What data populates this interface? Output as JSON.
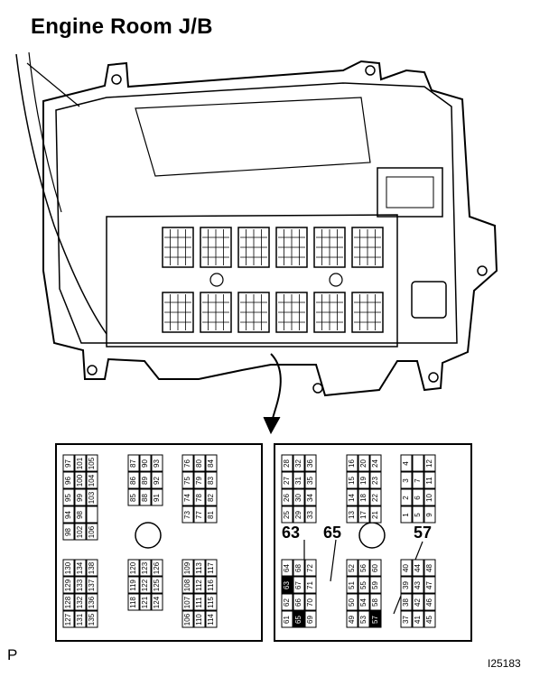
{
  "title": "Engine Room J/B",
  "corner_letter": "P",
  "figure_id": "I25183",
  "callouts": [
    "63",
    "65",
    "57"
  ],
  "left_connector": {
    "top_left_block": [
      [
        "97",
        "96",
        "95",
        "94",
        "98"
      ],
      [
        "101",
        "100",
        "99",
        "98",
        "102"
      ],
      [
        "105",
        "104",
        "103",
        "",
        "106"
      ]
    ],
    "top_mid_block": [
      [
        "87",
        "86",
        "85"
      ],
      [
        "90",
        "89",
        "88"
      ],
      [
        "93",
        "92",
        "91"
      ]
    ],
    "top_right_block": [
      [
        "76",
        "75",
        "74",
        "73"
      ],
      [
        "80",
        "79",
        "78",
        "77"
      ],
      [
        "84",
        "83",
        "82",
        "81"
      ]
    ],
    "bottom_left_block": [
      [
        "130",
        "129",
        "128",
        "127"
      ],
      [
        "134",
        "133",
        "132",
        "131"
      ],
      [
        "138",
        "137",
        "136",
        "135"
      ]
    ],
    "bottom_mid_block": [
      [
        "120",
        "119",
        "118"
      ],
      [
        "123",
        "122",
        "121"
      ],
      [
        "126",
        "125",
        "124"
      ]
    ],
    "bottom_right_block": [
      [
        "109",
        "108",
        "107",
        "106"
      ],
      [
        "113",
        "112",
        "111",
        "110"
      ],
      [
        "117",
        "116",
        "115",
        "114"
      ]
    ]
  },
  "right_connector": {
    "top_left_block": [
      [
        "28",
        "27",
        "26",
        "25"
      ],
      [
        "32",
        "31",
        "30",
        "29"
      ],
      [
        "36",
        "35",
        "34",
        "33"
      ]
    ],
    "top_mid_block": [
      [
        "16",
        "15",
        "14",
        "13"
      ],
      [
        "20",
        "19",
        "18",
        "17"
      ],
      [
        "24",
        "23",
        "22",
        "21"
      ]
    ],
    "top_right_block": [
      [
        "4",
        "3",
        "2",
        "1"
      ],
      [
        "",
        "7",
        "6",
        "5"
      ],
      [
        "12",
        "11",
        "10",
        "9"
      ]
    ],
    "bottom_left_block": [
      [
        "64",
        "63",
        "62",
        "61"
      ],
      [
        "68",
        "67",
        "66",
        "65"
      ],
      [
        "72",
        "71",
        "70",
        "69"
      ]
    ],
    "bottom_mid_block": [
      [
        "52",
        "51",
        "50",
        "49"
      ],
      [
        "56",
        "55",
        "54",
        "53"
      ],
      [
        "60",
        "59",
        "58",
        "57"
      ]
    ],
    "bottom_right_block": [
      [
        "40",
        "39",
        "38",
        "37"
      ],
      [
        "44",
        "43",
        "42",
        "41"
      ],
      [
        "48",
        "47",
        "46",
        "45"
      ]
    ]
  },
  "highlighted_pins": [
    "63",
    "65",
    "57"
  ]
}
